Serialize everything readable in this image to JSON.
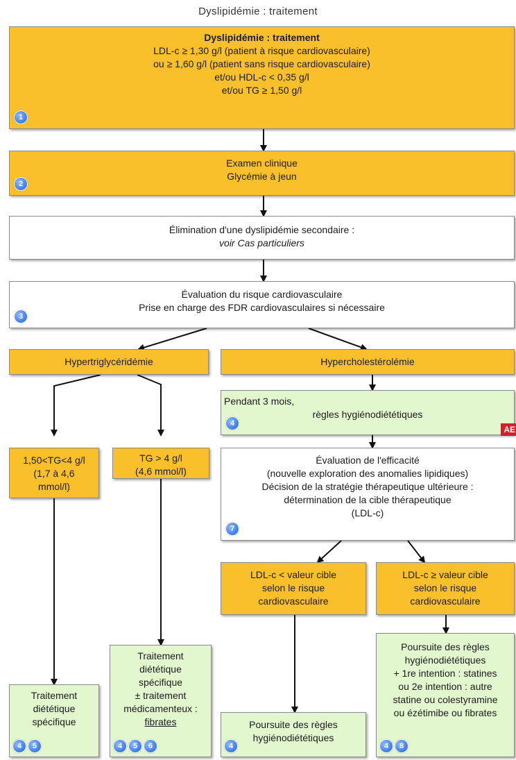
{
  "page_title": "Dyslipidémie : traitement",
  "boxes": {
    "b1": {
      "lines": [
        "Dyslipidémie : traitement",
        "LDL-c ≥ 1,30 g/l (patient à risque cardiovasculaire)",
        "ou ≥ 1,60 g/l (patient sans risque cardiovasculaire)",
        "et/ou HDL-c < 0,35 g/l",
        "et/ou TG ≥ 1,50 g/l"
      ],
      "badges": [
        "1"
      ]
    },
    "b2": {
      "lines": [
        "Examen clinique",
        "Glycémie à jeun"
      ],
      "badges": [
        "2"
      ]
    },
    "b3": {
      "lines": [
        "Élimination d'une dyslipidémie secondaire :",
        "voir Cas particuliers"
      ],
      "badges": []
    },
    "b4": {
      "lines": [
        "Évaluation du risque cardiovasculaire",
        "Prise en charge des FDR cardiovasculaires si nécessaire"
      ],
      "badges": [
        "3"
      ]
    },
    "b5": {
      "lines": [
        "Hypertriglycéridémie"
      ],
      "badges": []
    },
    "b6": {
      "lines": [
        "Hypercholestérolémie"
      ],
      "badges": []
    },
    "b7": {
      "lines": [
        "Pendant 3 mois,",
        "règles hygiénodiététiques"
      ],
      "badges": [
        "4"
      ],
      "tag": "AE"
    },
    "b8": {
      "lines": [
        "1,50<TG<4 g/l",
        "(1,7 à 4,6",
        "mmol/l)"
      ],
      "badges": []
    },
    "b9": {
      "lines": [
        "TG > 4 g/l",
        "(4,6 mmol/l)"
      ],
      "badges": []
    },
    "b10": {
      "lines": [
        "Évaluation de l'efficacité",
        "(nouvelle exploration des anomalies lipidiques)",
        "Décision de la stratégie thérapeutique ultérieure :",
        "détermination de la cible thérapeutique",
        "(LDL-c)"
      ],
      "badges": [
        "7"
      ]
    },
    "b11": {
      "lines": [
        "LDL-c < valeur cible",
        "selon le risque",
        "cardiovasculaire"
      ],
      "badges": []
    },
    "b12": {
      "lines": [
        "LDL-c ≥ valeur cible",
        "selon le risque",
        "cardiovasculaire"
      ],
      "badges": []
    },
    "b13": {
      "lines": [
        "Traitement",
        "diététique",
        "spécifique"
      ],
      "badges": [
        "4",
        "5"
      ]
    },
    "b14": {
      "lines": [
        "Traitement",
        "diététique",
        "spécifique",
        "± traitement",
        "médicamenteux :",
        "fibrates"
      ],
      "badges": [
        "4",
        "5",
        "6"
      ]
    },
    "b15": {
      "lines": [
        "Poursuite des règles",
        "hygiénodiététiques"
      ],
      "badges": [
        "4"
      ]
    },
    "b16": {
      "lines": [
        "Poursuite des règles",
        "hygiénodiététiques",
        "+ 1re intention : statines",
        "ou 2e intention : autre",
        "statine ou colestyramine",
        "ou ézétimibe ou fibrates"
      ],
      "badges": [
        "4",
        "8"
      ]
    }
  },
  "colors": {
    "orange": "#f9c02c",
    "green": "#e3f7cf",
    "badge": "#3d7be8",
    "tag": "#d0202a"
  }
}
